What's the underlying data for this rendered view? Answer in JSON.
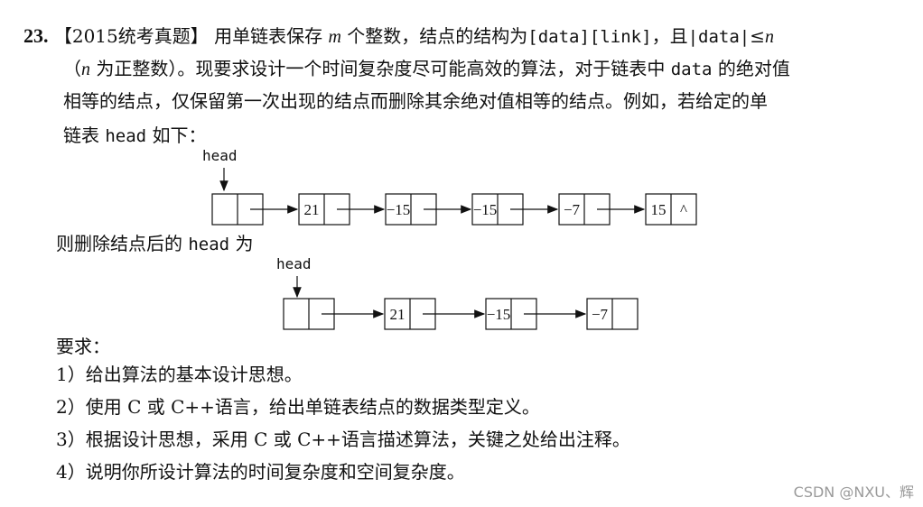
{
  "question": {
    "number": "23.",
    "source_tag": "【2015统考真题】",
    "line1": {
      "p1": "用单链表保存 ",
      "m": "m",
      "p2": " 个整数，结点的结构为",
      "code1": "[data][link]",
      "p3": "，且",
      "code2": "|data|",
      "p4": "≤",
      "n": "n"
    },
    "line2": {
      "p1": "（",
      "n": "n",
      "p2": " 为正整数）。现要求设计一个时间复杂度尽可能高效的算法，对于链表中 ",
      "code": "data",
      "p3": " 的绝对值"
    },
    "line3": "相等的结点，仅保留第一次出现的结点而删除其余绝对值相等的结点。例如，若给定的单",
    "line4": {
      "p1": "链表 ",
      "code": "head",
      "p2": " 如下："
    },
    "line5": {
      "p1": "则删除结点后的 ",
      "code": "head",
      "p2": " 为"
    },
    "requirements_title": "要求：",
    "requirements": [
      "1）给出算法的基本设计思想。",
      "2）使用 C 或 C++语言，给出单链表结点的数据类型定义。",
      "3）根据设计思想，采用 C 或 C++语言描述算法，关键之处给出注释。",
      "4）说明你所设计算法的时间复杂度和空间复杂度。"
    ]
  },
  "diagram1": {
    "head_label": "head",
    "nodes": [
      "21",
      "−15",
      "−15",
      "−7",
      "15"
    ],
    "null_symbol": "^"
  },
  "diagram2": {
    "head_label": "head",
    "nodes": [
      "21",
      "−15",
      "−7"
    ]
  },
  "watermark": "CSDN @NXU、辉"
}
